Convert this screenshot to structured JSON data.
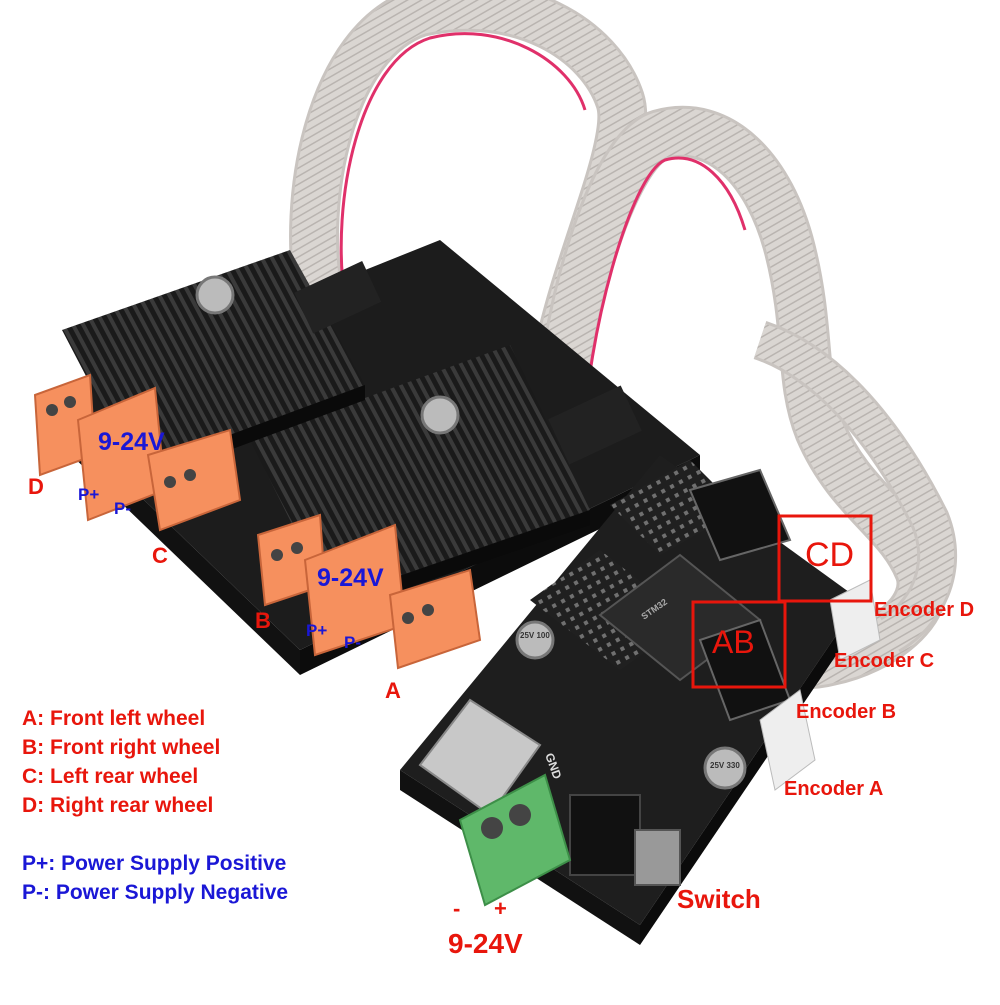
{
  "colors": {
    "label_red": "#e8160c",
    "label_blue": "#1a17d6",
    "board": "#1c1c1c",
    "heatsink": "#141414",
    "terminal_orange": "#f6905e",
    "terminal_green": "#5fb86a",
    "ribbon": "#d9d4d0",
    "ribbon_stripe": "#e0306a"
  },
  "motor_labels": {
    "d": "D",
    "c": "C",
    "b": "B",
    "a": "A"
  },
  "voltage_labels": {
    "driver_dc": "9-24V",
    "driver_ba": "9-24V",
    "main_input": "9-24V"
  },
  "polarity_labels": {
    "dc_p_plus": "P+",
    "dc_p_minus": "P-",
    "ba_p_plus": "P+",
    "ba_p_minus": "P-",
    "main_minus": "-",
    "main_plus": "+"
  },
  "boxes": {
    "cd": "CD",
    "ab": "AB"
  },
  "encoder_labels": {
    "d": "Encoder D",
    "c": "Encoder C",
    "b": "Encoder B",
    "a": "Encoder A"
  },
  "switch_label": "Switch",
  "legend": {
    "wheels": [
      "A: Front left wheel",
      "B: Front right wheel",
      "C: Left rear wheel",
      "D: Right rear wheel"
    ],
    "power": [
      "P+: Power Supply Positive",
      "P-: Power Supply Negative"
    ]
  },
  "board_markings": {
    "gnd": "GND",
    "cap_1": "25V 100",
    "cap_2": "25V 330",
    "chip": "STM32"
  }
}
